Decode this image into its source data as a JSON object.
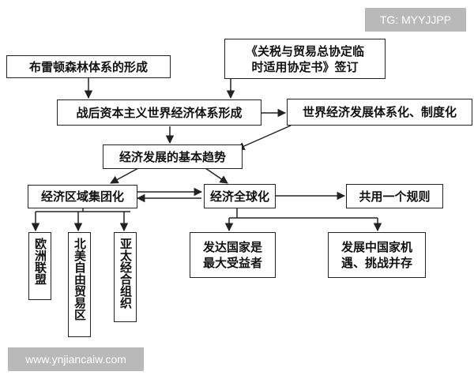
{
  "watermarks": {
    "tg": "TG: MYYJJPP",
    "site": "www.ynjiancaiw.com"
  },
  "nodes": {
    "bretton_woods": "布雷顿森林体系的形成",
    "gatt_line1": "《关税与贸易总协定临",
    "gatt_line2": "时适用协定书》签订",
    "postwar_system": "战后资本主义世界经济体系形成",
    "systematization": "世界经济发展体系化、制度化",
    "basic_trend": "经济发展的基本趋势",
    "regional_grouping": "经济区域集团化",
    "globalization": "经济全球化",
    "common_rules": "共用一个规则",
    "eu": "欧洲联盟",
    "nafta": "北美自由贸易区",
    "apec": "亚太经合组织",
    "developed_line1": "发达国家是",
    "developed_line2": "最大受益者",
    "developing_line1": "发展中国家机",
    "developing_line2": "遇、挑战并存"
  }
}
